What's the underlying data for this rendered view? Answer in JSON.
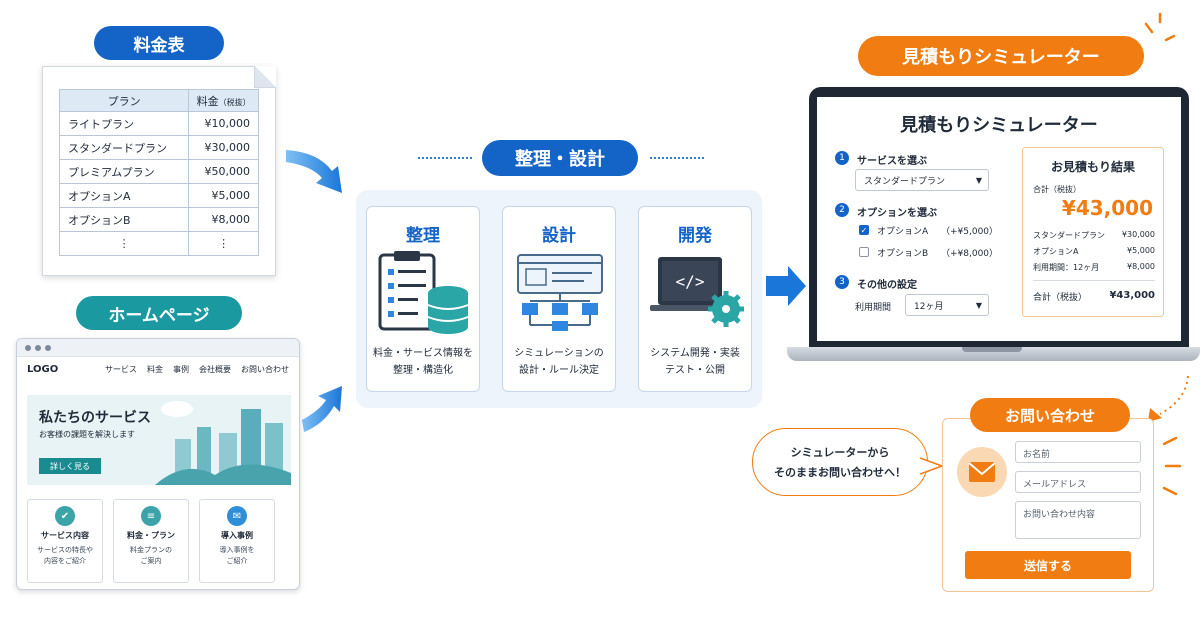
{
  "price_list": {
    "title": "料金表",
    "headers": [
      "プラン",
      "料金",
      "（税抜）"
    ],
    "rows": [
      [
        "ライトプラン",
        "¥10,000"
      ],
      [
        "スタンダードプラン",
        "¥30,000"
      ],
      [
        "プレミアムプラン",
        "¥50,000"
      ],
      [
        "オプションA",
        "¥5,000"
      ],
      [
        "オプションB",
        "¥8,000"
      ],
      [
        "⋮",
        "⋮"
      ]
    ]
  },
  "homepage": {
    "title": "ホームページ",
    "logo": "LOGO",
    "nav": [
      "サービス",
      "料金",
      "事例",
      "会社概要",
      "お問い合わせ"
    ],
    "hero_title": "私たちのサービス",
    "hero_sub": "お客様の課題を解決します",
    "hero_button": "詳しく見る",
    "cards": [
      {
        "title": "サービス内容",
        "line1": "サービスの特長や",
        "line2": "内容をご紹介"
      },
      {
        "title": "料金・プラン",
        "line1": "料金プランの",
        "line2": "ご案内"
      },
      {
        "title": "導入事例",
        "line1": "導入事例を",
        "line2": "ご紹介"
      }
    ]
  },
  "process": {
    "title": "整理・設計",
    "steps": [
      {
        "title": "整理",
        "line1": "料金・サービス情報を",
        "line2": "整理・構造化"
      },
      {
        "title": "設計",
        "line1": "シミュレーションの",
        "line2": "設計・ルール決定"
      },
      {
        "title": "開発",
        "line1": "システム開発・実装",
        "line2": "テスト・公開"
      }
    ],
    "code_glyph": "</>"
  },
  "simulator": {
    "badge": "見積もりシミュレーター",
    "title": "見積もりシミュレーター",
    "step1": {
      "num": "1",
      "label": "サービスを選ぶ",
      "selected": "スタンダードプラン"
    },
    "step2": {
      "num": "2",
      "label": "オプションを選ぶ",
      "options": [
        {
          "name": "オプションA",
          "price": "（+¥5,000）",
          "checked": true
        },
        {
          "name": "オプションB",
          "price": "（+¥8,000）",
          "checked": false
        }
      ]
    },
    "step3": {
      "num": "3",
      "label": "その他の設定",
      "field_label": "利用期間",
      "selected": "12ヶ月"
    },
    "result": {
      "title": "お見積もり結果",
      "total_label": "合計（税抜）",
      "total": "¥43,000",
      "items": [
        [
          "スタンダードプラン",
          "¥30,000"
        ],
        [
          "オプションA",
          "¥5,000"
        ],
        [
          "利用期間：12ヶ月",
          "¥8,000"
        ]
      ],
      "sum_label": "合計（税抜）",
      "sum_value": "¥43,000"
    }
  },
  "contact": {
    "badge": "お問い合わせ",
    "bubble_line1": "シミュレーターから",
    "bubble_line2": "そのままお問い合わせへ！",
    "placeholders": [
      "お名前",
      "メールアドレス",
      "お問い合わせ内容"
    ],
    "send": "送信する"
  },
  "colors": {
    "navy": "#1464c8",
    "teal": "#1a9aa0",
    "orange": "#f07c12",
    "arrow": "#2e86e0"
  }
}
